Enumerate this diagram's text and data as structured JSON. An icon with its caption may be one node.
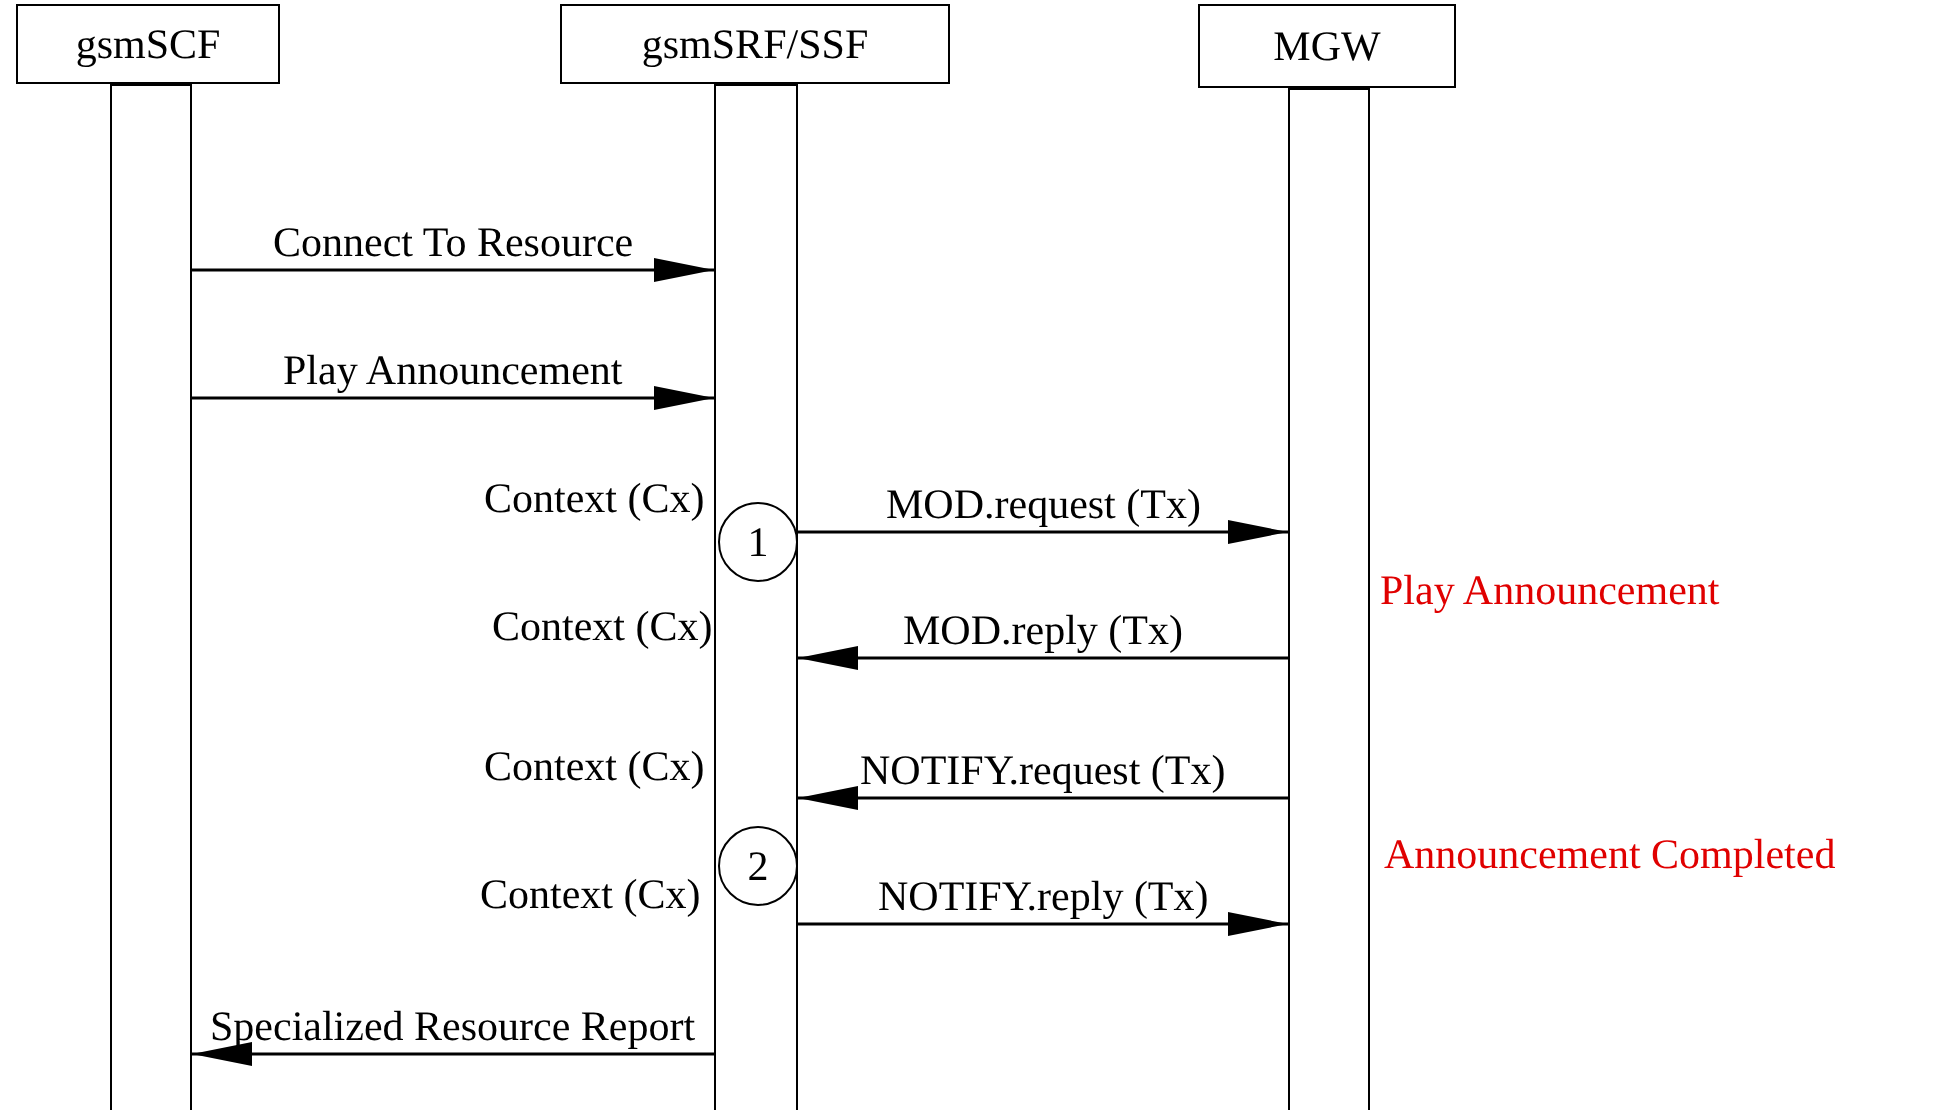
{
  "diagram": {
    "nodes": [
      {
        "text": [
          "gsmSCF"
        ]
      },
      {
        "text": [
          "gsmSRF/SSF"
        ]
      },
      {
        "text": [
          "MGW"
        ]
      },
      {
        "text": [],
        "shape": "bar"
      },
      {
        "text": [],
        "shape": "bar"
      },
      {
        "text": [],
        "shape": "bar"
      },
      {
        "text": [
          "1"
        ],
        "in": 4
      },
      {
        "text": [
          "2"
        ],
        "in": 4
      }
    ],
    "edges": [
      {
        "from": 3,
        "to": 4,
        "arrow": "to",
        "label": "Connect To Resource"
      },
      {
        "from": 3,
        "to": 4,
        "arrow": "to",
        "label": "Play Announcement"
      },
      {
        "from": 4,
        "to": 5,
        "arrow": "to",
        "label": "MOD.request (Tx)"
      },
      {
        "from": 5,
        "to": 4,
        "arrow": "to",
        "label": "MOD.reply (Tx)"
      },
      {
        "from": 5,
        "to": 4,
        "arrow": "to",
        "label": "NOTIFY.request (Tx)"
      },
      {
        "from": 4,
        "to": 5,
        "arrow": "to",
        "label": "NOTIFY.reply (Tx)"
      },
      {
        "from": 4,
        "to": 3,
        "arrow": "to",
        "label": "Specialized Resource Report"
      }
    ],
    "labels": [
      "Context (Cx)",
      "Context (Cx)",
      "Play Announcement",
      "Context (Cx)",
      "Context (Cx)",
      "Announcement Completed"
    ]
  }
}
